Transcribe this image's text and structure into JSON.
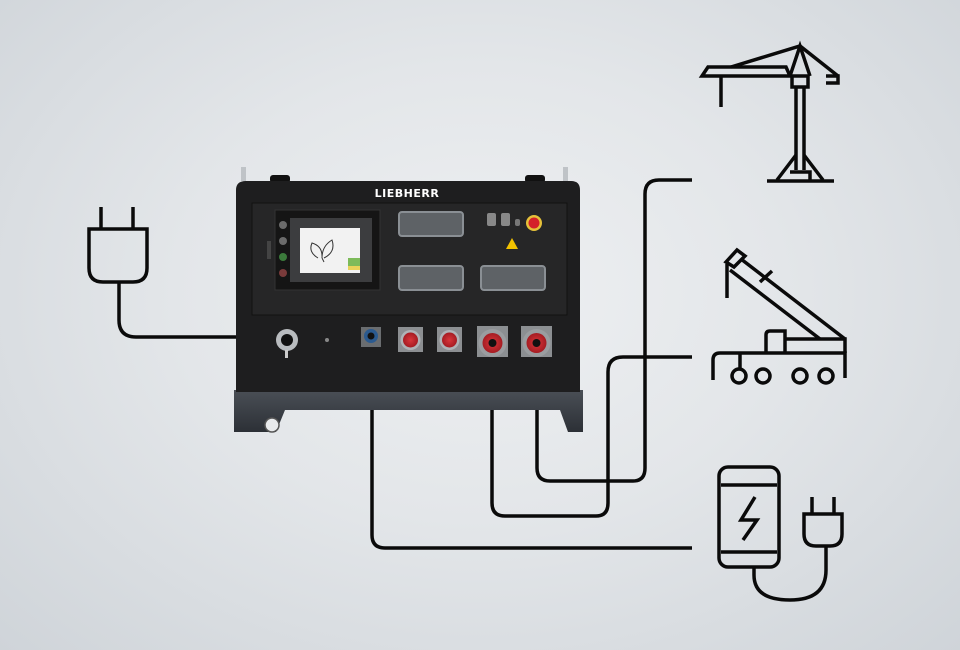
{
  "unit": {
    "brand": "LIEBHERR",
    "screen_icon": "leaf-icon",
    "sockets": [
      {
        "name": "power-input-socket",
        "color": "#b9bcbf"
      },
      {
        "name": "blue-socket",
        "color": "#2b5a8f"
      },
      {
        "name": "red-socket-small-1",
        "color": "#c8262b"
      },
      {
        "name": "red-socket-small-2",
        "color": "#c8262b"
      },
      {
        "name": "red-socket-large-1",
        "color": "#c8262b"
      },
      {
        "name": "red-socket-large-2",
        "color": "#c8262b"
      }
    ]
  },
  "icons": {
    "source": "power-plug-icon",
    "consumers": [
      "tower-crane-icon",
      "mobile-crane-icon",
      "smartphone-charging-icon"
    ]
  },
  "colors": {
    "background": "#dfe2e5",
    "housing": "#202020",
    "cable": "#0a0a0a",
    "emergency_stop": "#d4202a",
    "warning": "#f2c200"
  }
}
